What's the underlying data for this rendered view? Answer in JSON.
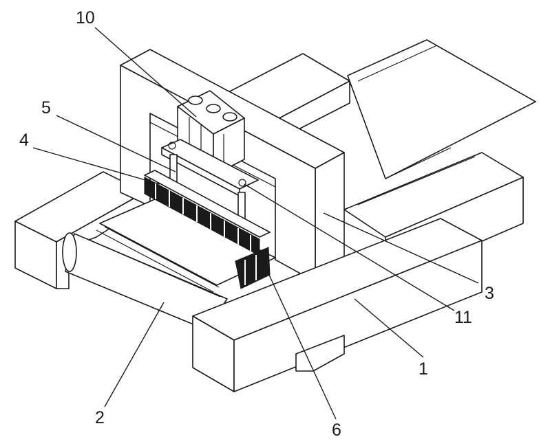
{
  "callouts": [
    {
      "id": "1",
      "text": "1"
    },
    {
      "id": "2",
      "text": "2"
    },
    {
      "id": "3",
      "text": "3"
    },
    {
      "id": "4",
      "text": "4"
    },
    {
      "id": "5",
      "text": "5"
    },
    {
      "id": "6",
      "text": "6"
    },
    {
      "id": "10",
      "text": "10"
    },
    {
      "id": "11",
      "text": "11"
    }
  ]
}
